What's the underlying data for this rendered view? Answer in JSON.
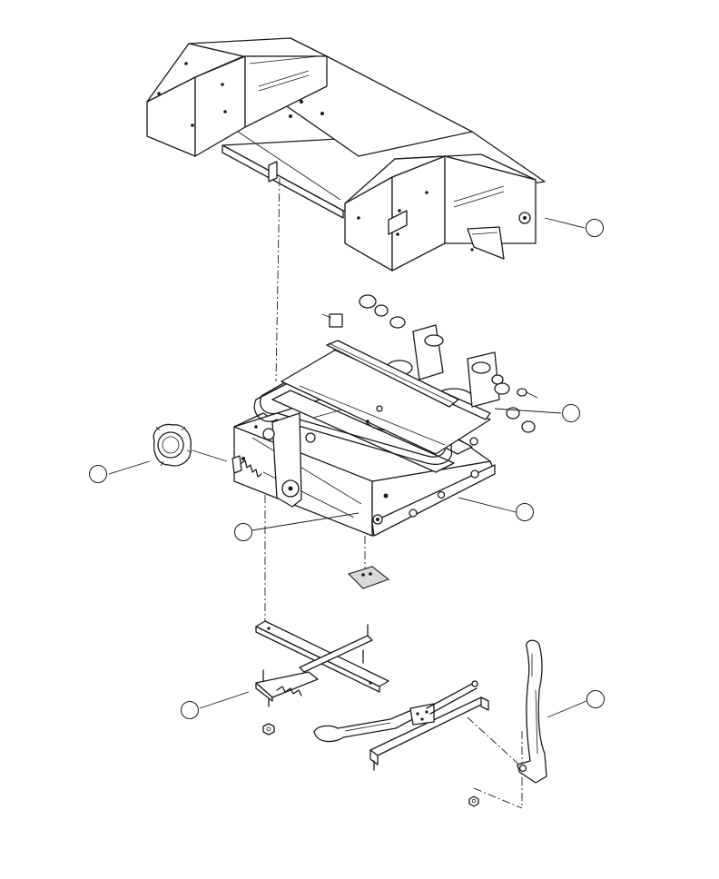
{
  "diagram": {
    "type": "exploded-parts-view",
    "parts": [
      {
        "id": "mounting-base",
        "icon": "seat-base-bracket"
      },
      {
        "id": "suspension-mechanism",
        "icon": "scissor-suspension"
      },
      {
        "id": "adjustment-knob",
        "icon": "knob"
      },
      {
        "id": "lower-frame",
        "icon": "cross-frame"
      },
      {
        "id": "side-strap",
        "icon": "strap-bracket"
      },
      {
        "id": "pad",
        "icon": "pad"
      },
      {
        "id": "nuts",
        "icon": "nut"
      }
    ],
    "callouts": [
      {
        "id": "callout-1",
        "label": ""
      },
      {
        "id": "callout-2",
        "label": ""
      },
      {
        "id": "callout-3",
        "label": ""
      },
      {
        "id": "callout-4",
        "label": ""
      },
      {
        "id": "callout-5",
        "label": ""
      },
      {
        "id": "callout-6",
        "label": ""
      },
      {
        "id": "callout-7",
        "label": ""
      }
    ],
    "colors": {
      "line": "#1a1a1a",
      "background": "#ffffff"
    }
  }
}
